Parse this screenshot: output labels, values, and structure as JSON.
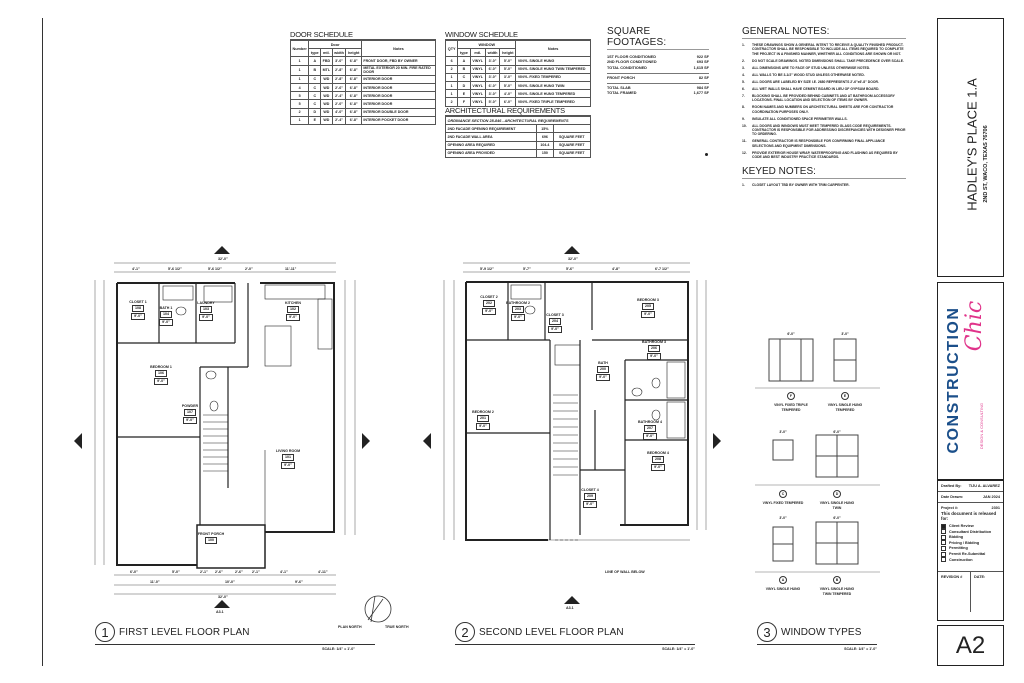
{
  "project": {
    "name": "HADLEY'S PLACE 1.A",
    "address": "2ND ST, WACO, TEXAS 76706",
    "sheet": "A2"
  },
  "brand": {
    "line1": "CONSTRUCTION",
    "line2": "Chic",
    "tagline": "DESIGN & CONSULTING",
    "color_blue": "#1b4f8a",
    "color_pink": "#e0338a"
  },
  "door_schedule": {
    "title": "DOOR SCHEDULE",
    "headers": [
      "Number",
      "Door",
      "Notes"
    ],
    "sub_headers": [
      "type",
      "mtl.",
      "width",
      "height"
    ],
    "rows": [
      [
        "1",
        "A",
        "FBD",
        "3'-0\"",
        "6'-8\"",
        "FRONT DOOR, FBD BY OWNER"
      ],
      [
        "1",
        "B",
        "MTL",
        "2'-8\"",
        "6'-8\"",
        "METAL EXTERIOR 20 MIN. FIRE RATED DOOR"
      ],
      [
        "1",
        "C",
        "WD",
        "2'-8\"",
        "6'-8\"",
        "INTERIOR DOOR"
      ],
      [
        "4",
        "C",
        "WD",
        "2'-6\"",
        "6'-8\"",
        "INTERIOR DOOR"
      ],
      [
        "5",
        "C",
        "WD",
        "2'-4\"",
        "6'-8\"",
        "INTERIOR DOOR"
      ],
      [
        "5",
        "C",
        "WD",
        "2'-0\"",
        "6'-8\"",
        "INTERIOR DOOR"
      ],
      [
        "2",
        "D",
        "WD",
        "4'-0\"",
        "6'-8\"",
        "INTERIOR DOUBLE DOOR"
      ],
      [
        "1",
        "E",
        "WD",
        "2'-4\"",
        "6'-8\"",
        "INTERIOR POCKET DOOR"
      ]
    ]
  },
  "window_schedule": {
    "title": "WINDOW SCHEDULE",
    "headers": [
      "QTY",
      "WINDOW",
      "Notes"
    ],
    "sub_headers": [
      "type",
      "mtl.",
      "width",
      "height"
    ],
    "rows": [
      [
        "6",
        "A",
        "VINYL",
        "3'-0\"",
        "5'-0\"",
        "VINYL SINGLE HUNG"
      ],
      [
        "2",
        "B",
        "VINYL",
        "6'-0\"",
        "5'-0\"",
        "VINYL SINGLE HUNG TWIN TEMPERED"
      ],
      [
        "1",
        "C",
        "VINYL",
        "3'-0\"",
        "3'-0\"",
        "VINYL FIXED TEMPERED"
      ],
      [
        "1",
        "D",
        "VINYL",
        "6'-0\"",
        "5'-0\"",
        "VINYL SINGLE HUNG TWIN"
      ],
      [
        "1",
        "E",
        "VINYL",
        "3'-0\"",
        "4'-0\"",
        "VINYL SINGLE HUNG TEMPERED"
      ],
      [
        "2",
        "F",
        "VINYL",
        "5'-0\"",
        "6'-0\"",
        "VINYL FIXED TRIPLE TEMPERED"
      ]
    ]
  },
  "arch_requirements": {
    "title": "ARCHITECTURAL REQUIREMENTS",
    "header": "ORDINANCE SECTION 28-846 - ARCHITECTURAL REQUIREMENTS",
    "rows": [
      [
        "2ND FACADE OPENING REQUIREMENT",
        "15%",
        ""
      ],
      [
        "2ND FACADE WALL AREA",
        "696",
        "SQUARE FEET"
      ],
      [
        "OPENING AREA REQUIRED",
        "104.4",
        "SQUARE FEET"
      ],
      [
        "OPENING AREA PROVIDED",
        "150",
        "SQUARE FEET"
      ]
    ]
  },
  "square_footages": {
    "title": "SQUARE FOOTAGES:",
    "rows": [
      {
        "label": "1ST FLOOR CONDITIONED",
        "value": "922 SF"
      },
      {
        "label": "2ND FLOOR CONDITIONED",
        "value": "693 SF"
      },
      {
        "label": "TOTAL CONDITIONED",
        "value": "1,615 SF"
      },
      {
        "label": "FRONT PORCH",
        "value": "82 SF"
      },
      {
        "label": "TOTAL SLAB",
        "value": "984 SF"
      },
      {
        "label": "TOTAL FRAMED",
        "value": "1,677 SF"
      }
    ]
  },
  "general_notes": {
    "title": "GENERAL NOTES:",
    "items": [
      "THESE DRAWINGS SHOW A GENERAL INTENT TO RECEIVE A QUALITY FINISHED PRODUCT. CONTRACTOR SHALL BE RESPONSIBLE TO INCLUDE ALL ITEMS REQUIRED TO COMPLETE THE PROJECT IN A FINISHED MANNER, WHETHER ALL CONDITIONS ARE SHOWN OR NOT.",
      "DO NOT SCALE DRAWINGS. NOTED DIMENSIONS SHALL TAKE PRECEDENCE OVER SCALE.",
      "ALL DIMENSIONS ARE TO FACE OF STUD UNLESS OTHERWISE NOTED.",
      "ALL WALLS TO BE 3-1/2\" WOOD STUD UNLESS OTHERWISE NOTED.",
      "ALL DOORS ARE LABELED BY SIZE I.E. 2680 REPRESENTS 2'-6\"x6'-8\" DOOR.",
      "ALL WET WALLS SHALL HAVE CEMENT BOARD IN LIEU OF GYPSUM BOARD.",
      "BLOCKING SHALL BE PROVIDED BEHIND CABINETS AND AT BATHROOM ACCESSORY LOCATIONS. FINAL LOCATION AND SELECTION OF ITEMS BY OWNER.",
      "ROOM NAMES AND NUMBERS ON ARCHITECTURAL SHEETS ARE FOR CONTRACTOR COORDINATION PURPOSES ONLY.",
      "INSULATE ALL CONDITIONED SPACE PERIMETER WALLS.",
      "ALL DOORS AND WINDOWS MUST MEET TEMPERED GLASS CODE REQUIREMENTS. CONTRACTOR IS RESPONSIBLE FOR ADDRESSING DISCREPANCIES WITH DESIGNER PRIOR TO ORDERING.",
      "GENERAL CONTRACTOR IS RESPONSIBLE FOR CONFIRMING FINAL APPLIANCE SELECTIONS AND EQUIPMENT DIMENSIONS.",
      "PROVIDE EXTERIOR HOUSE WRAP, WATERPROOFING AND FLASHING AS REQUIRED BY CODE AND BEST INDUSTRY PRACTICE STANDARDS."
    ]
  },
  "keyed_notes": {
    "title": "KEYED NOTES:",
    "items": [
      "CLOSET LAYOUT TBD BY OWNER WITH TRIM CARPENTER."
    ]
  },
  "title_block": {
    "drafted_by_label": "Drafted By:",
    "drafted_by": "TIJU A. ALVAREZ",
    "date_label": "Date Drawn:",
    "date": "JAN 2024",
    "project_label": "Project #:",
    "project_no": "2301",
    "release_label": "This document is released for:",
    "release_items": [
      {
        "label": "Client Review",
        "checked": true
      },
      {
        "label": "Consultant Distribution",
        "checked": false
      },
      {
        "label": "Bidding",
        "checked": false
      },
      {
        "label": "Pricing / Bidding",
        "checked": false
      },
      {
        "label": "Permitting",
        "checked": false
      },
      {
        "label": "Permit Re-Submittal",
        "checked": false
      },
      {
        "label": "Construction",
        "checked": false
      }
    ],
    "revision_label": "REVISION #",
    "revision_date_label": "DATE:"
  },
  "plans": {
    "first": {
      "number": "1",
      "title": "FIRST LEVEL FLOOR PLAN",
      "scale": "SCALE: 1/4\" = 1'-0\"",
      "overall_width": "32'-0\"",
      "plan_north": "PLAN NORTH",
      "true_north": "TRUE NORTH",
      "rooms": [
        {
          "name": "CLOSET 1",
          "num": "108",
          "size": "9'-0\""
        },
        {
          "name": "BATH 1",
          "num": "104",
          "size": "9'-0\""
        },
        {
          "name": "LAUNDRY",
          "num": "103",
          "size": "9'-0\""
        },
        {
          "name": "KITCHEN",
          "num": "102",
          "size": "9'-0\""
        },
        {
          "name": "BEDROOM 1",
          "num": "106",
          "size": "9'-0\""
        },
        {
          "name": "POWDER",
          "num": "107",
          "size": "9'-0\""
        },
        {
          "name": "LIVING ROOM",
          "num": "101",
          "size": "9'-0\""
        },
        {
          "name": "FRONT PORCH",
          "num": "100",
          "size": ""
        }
      ],
      "dims_top": [
        "4'-1\"",
        "5'-6 1/2\"",
        "5'-6 1/2\"",
        "2'-0\"",
        "11'-11\""
      ],
      "dims_bottom": [
        "6'-0\"",
        "5'-0\"",
        "2'-1\"",
        "2'-6\"",
        "2'-6\"",
        "2'-1\"",
        "4'-1\"",
        "4'-11\""
      ],
      "dims_bottom2": [
        "11'-0\"",
        "10'-0\"",
        "9'-6\""
      ],
      "section_marker": "A3.1"
    },
    "second": {
      "number": "2",
      "title": "SECOND LEVEL FLOOR PLAN",
      "scale": "SCALE: 1/4\" = 1'-0\"",
      "overall_width": "32'-0\"",
      "wall_note": "LINE OF WALL BELOW",
      "rooms": [
        {
          "name": "CLOSET 2",
          "num": "202",
          "size": "9'-0\""
        },
        {
          "name": "BATHROOM 2",
          "num": "203",
          "size": "9'-0\""
        },
        {
          "name": "CLOSET 3",
          "num": "204",
          "size": "9'-0\""
        },
        {
          "name": "BEDROOM 3",
          "num": "205",
          "size": "9'-0\""
        },
        {
          "name": "BATHROOM 3",
          "num": "206",
          "size": "9'-0\""
        },
        {
          "name": "BATH",
          "num": "200",
          "size": "9'-0\""
        },
        {
          "name": "BEDROOM 2",
          "num": "201",
          "size": "9'-0\""
        },
        {
          "name": "BATHROOM 4",
          "num": "207",
          "size": "9'-0\""
        },
        {
          "name": "BEDROOM 4",
          "num": "208",
          "size": "9'-0\""
        },
        {
          "name": "CLOSET 4",
          "num": "209",
          "size": "9'-0\""
        }
      ],
      "dims_top": [
        "5'-9 1/2\"",
        "5'-7\"",
        "5'-6\"",
        "4'-8\"",
        "6'-7 1/2\""
      ],
      "section_marker": "A3.1"
    },
    "windows": {
      "number": "3",
      "title": "WINDOW TYPES",
      "scale": "SCALE: 1/4\" = 1'-0\"",
      "types": [
        {
          "tag": "F",
          "label": "VINYL FIXED TRIPLE TEMPERED",
          "width": "6'-0\""
        },
        {
          "tag": "E",
          "label": "VINYL SINGLE HUNG TEMPERED",
          "width": "3'-0\""
        },
        {
          "tag": "C",
          "label": "VINYL FIXED TEMPERED",
          "width": "3'-0\""
        },
        {
          "tag": "D",
          "label": "VINYL SINGLE HUNG TWIN",
          "width": "6'-0\""
        },
        {
          "tag": "A",
          "label": "VINYL SINGLE HUNG",
          "width": "3'-0\""
        },
        {
          "tag": "B",
          "label": "VINYL SINGLE HUNG TWIN TEMPERED",
          "width": "6'-0\""
        }
      ]
    }
  }
}
